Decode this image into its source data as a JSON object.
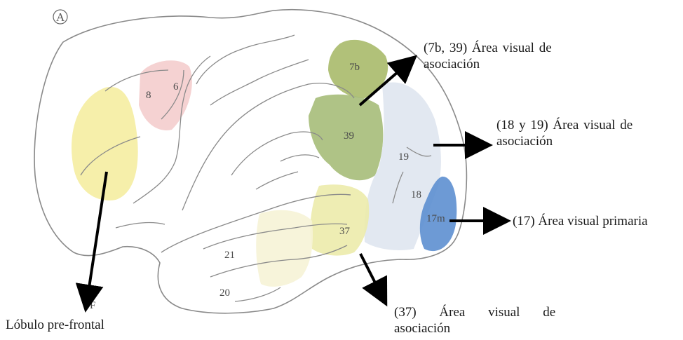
{
  "figure": {
    "panel_letter": "A",
    "regions": [
      {
        "label": "8",
        "color": "#f3c7c7"
      },
      {
        "label": "6",
        "color": "#f3c7c7"
      },
      {
        "label": "7b",
        "color": "#a9ba6a"
      },
      {
        "label": "39",
        "color": "#a6bd79"
      },
      {
        "label": "19",
        "color": "#dfe6ef"
      },
      {
        "label": "18",
        "color": "#dfe6ef"
      },
      {
        "label": "17m",
        "color": "#5d8fd0"
      },
      {
        "label": "37",
        "color": "#ecebab"
      },
      {
        "label": "21",
        "color": "#f6f3d6"
      },
      {
        "label": "20",
        "color": "#f6f3d6"
      },
      {
        "label": "F",
        "color": "#f4ec9b"
      }
    ]
  },
  "annotations": {
    "area_7b_39": "(7b, 39) Área visual de asociación",
    "area_18_19": "(18 y 19) Área visual de asociación",
    "area_17": "(17) Área visual primaria",
    "area_37": "(37) Área visual de asociación",
    "prefrontal": "Lóbulo pre-frontal"
  },
  "colors": {
    "outline": "#8a8a8a",
    "arrow": "#000000",
    "prefrontal_fill": "#f4ec9b"
  }
}
